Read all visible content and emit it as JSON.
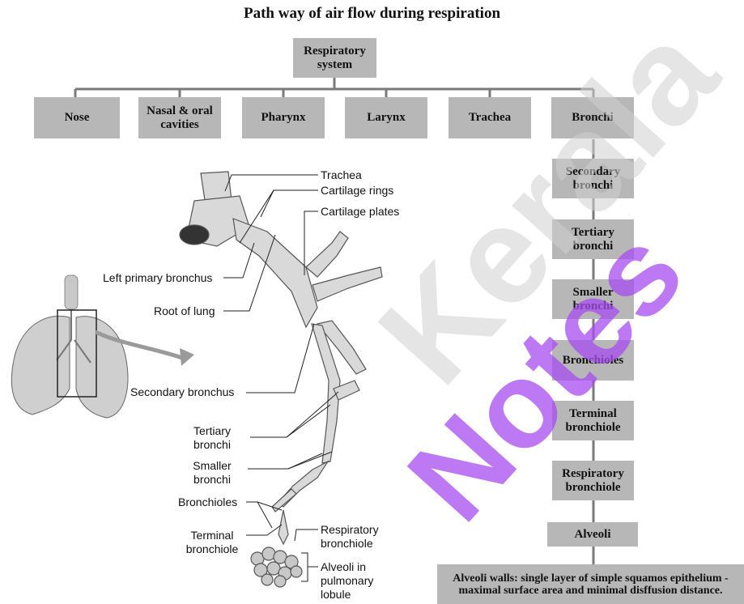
{
  "title": "Path way of air flow during respiration",
  "root": "Respiratory\nsystem",
  "branches": [
    "Nose",
    "Nasal & oral\ncavities",
    "Pharynx",
    "Larynx",
    "Trachea",
    "Bronchi"
  ],
  "chain": [
    "Secondary\nbronchi",
    "Tertiary\nbronchi",
    "Smaller\nbronchi",
    "Bronchioles",
    "Terminal\nbronchiole",
    "Respiratory\nbronchiole",
    "Alveoli"
  ],
  "note": "Alveoli walls: single layer of simple squamos epithelium - maximal surface area and minimal disffusion distance.",
  "labels": {
    "trachea": "Trachea",
    "cartilage_rings": "Cartilage rings",
    "cartilage_plates": "Cartilage plates",
    "left_primary_bronchus": "Left primary bronchus",
    "root_of_lung": "Root of lung",
    "secondary_bronchus": "Secondary bronchus",
    "tertiary_bronchi": "Tertiary\nbronchi",
    "smaller_bronchi": "Smaller\nbronchi",
    "bronchioles": "Bronchioles",
    "terminal_bronchiole": "Terminal\nbronchiole",
    "respiratory_bronchiole": "Respiratory\nbronchiole",
    "alveoli_in_lobule": "Alveoli in\npulmonary\nlobule"
  },
  "watermark": {
    "grey": "Kerala",
    "purple": "Notes",
    "grey_color": "#d0d0d0",
    "purple_color": "#a64df0"
  },
  "colors": {
    "box": "#b7b7b7",
    "connector": "#7a7a7a",
    "arrow": "#9a9a9a"
  }
}
